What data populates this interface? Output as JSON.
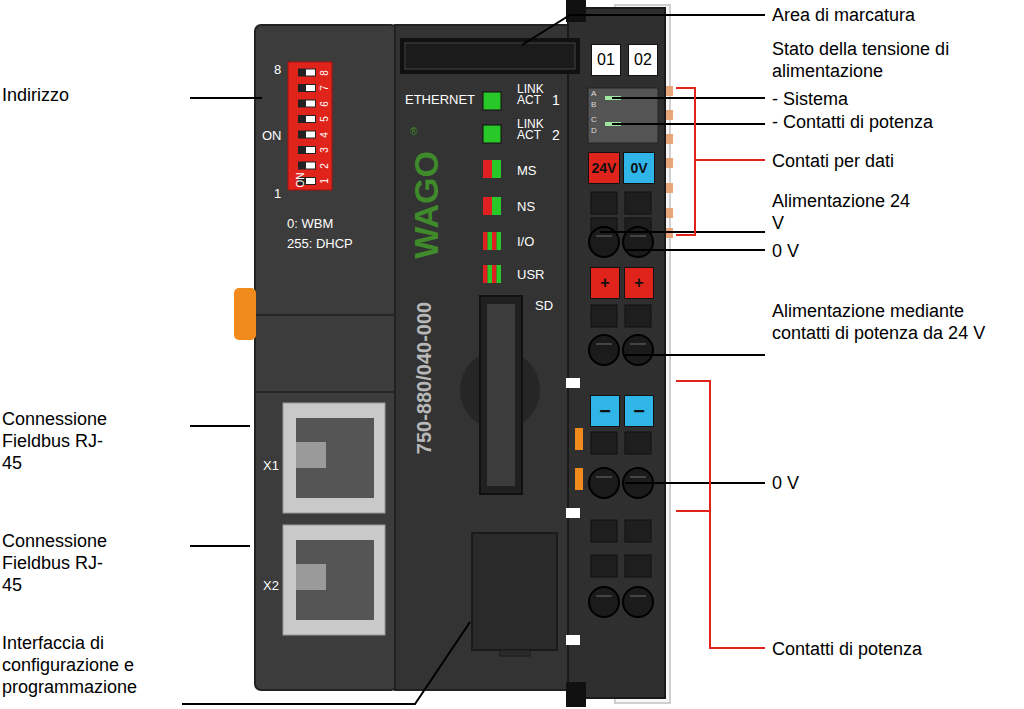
{
  "diagram": {
    "nodes": [
      {
        "text": [
          "01"
        ]
      },
      {
        "text": [
          "02"
        ]
      },
      {
        "text": [
          "24V"
        ]
      },
      {
        "text": [
          "0V"
        ]
      },
      {
        "text": [
          "+"
        ]
      },
      {
        "text": [
          "+"
        ]
      },
      {
        "text": [
          "−"
        ]
      },
      {
        "text": [
          "−"
        ]
      }
    ],
    "labels": [
      "Indirizzo",
      "Connessione Fieldbus RJ-45",
      "Connessione Fieldbus RJ-45",
      "Interfaccia di configurazione e programmazione",
      "Area di marcatura",
      "Stato della tensione di alimentazione",
      "- Sistema",
      "- Contatti di potenza",
      "Contati per dati",
      "Alimentazione 24 V",
      "0 V",
      "Alimentazione mediante contatti di potenza da 24 V",
      "0 V",
      "Contatti di potenza",
      "8",
      "ON",
      "1",
      "0: WBM",
      "255: DHCP",
      "ON",
      "1",
      "2",
      "3",
      "4",
      "5",
      "6",
      "7",
      "8",
      "ETHERNET",
      "LINK ACT",
      "1",
      "LINK ACT",
      "2",
      "MS",
      "NS",
      "I/O",
      "USR",
      "SD",
      "750-880/040-000",
      "WAGO",
      "®",
      "X1",
      "X2",
      "A",
      "B",
      "C",
      "D"
    ]
  }
}
